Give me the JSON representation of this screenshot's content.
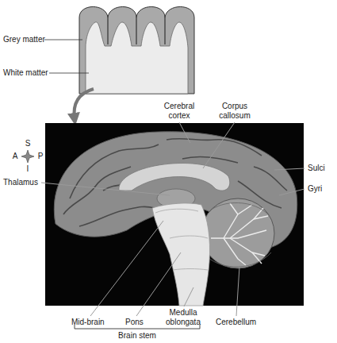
{
  "diagram": {
    "labels": [
      "Grey matter",
      "White matter",
      "Cerebral cortex",
      "Corpus callosum",
      "S",
      "A",
      "P",
      "Thalamus",
      "I",
      "Sulci",
      "Gyri",
      "Mid-brain",
      "Pons",
      "Medulla oblongata",
      "Cerebellum",
      "Brain stem"
    ]
  }
}
